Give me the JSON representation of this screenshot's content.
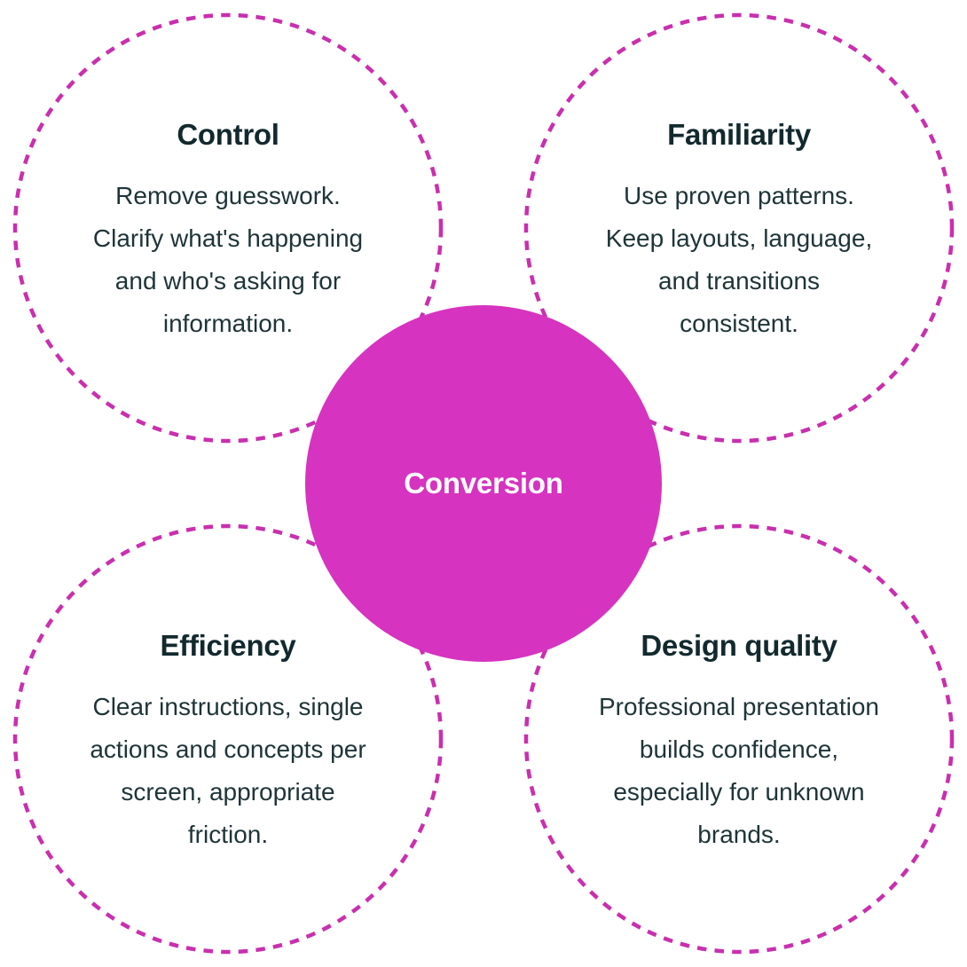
{
  "colors": {
    "background": "#ffffff",
    "accent": "#d633c0",
    "dash_stroke": "#c92fae",
    "heading_text": "#12292e",
    "body_text": "#1e3438",
    "center_text": "#ffffff"
  },
  "center": {
    "label": "Conversion"
  },
  "quadrants": [
    {
      "id": "control",
      "title": "Control",
      "lines": [
        "Remove guesswork.",
        "Clarify what's happening",
        "and who's asking for",
        "information."
      ]
    },
    {
      "id": "familiarity",
      "title": "Familiarity",
      "lines": [
        "Use proven patterns.",
        "Keep layouts, language,",
        "and transitions",
        "consistent."
      ]
    },
    {
      "id": "efficiency",
      "title": "Efficiency",
      "lines": [
        "Clear instructions, single",
        "actions and concepts per",
        "screen, appropriate",
        "friction."
      ]
    },
    {
      "id": "design-quality",
      "title": "Design quality",
      "lines": [
        "Professional presentation",
        "builds confidence,",
        "especially for unknown",
        "brands."
      ]
    }
  ]
}
